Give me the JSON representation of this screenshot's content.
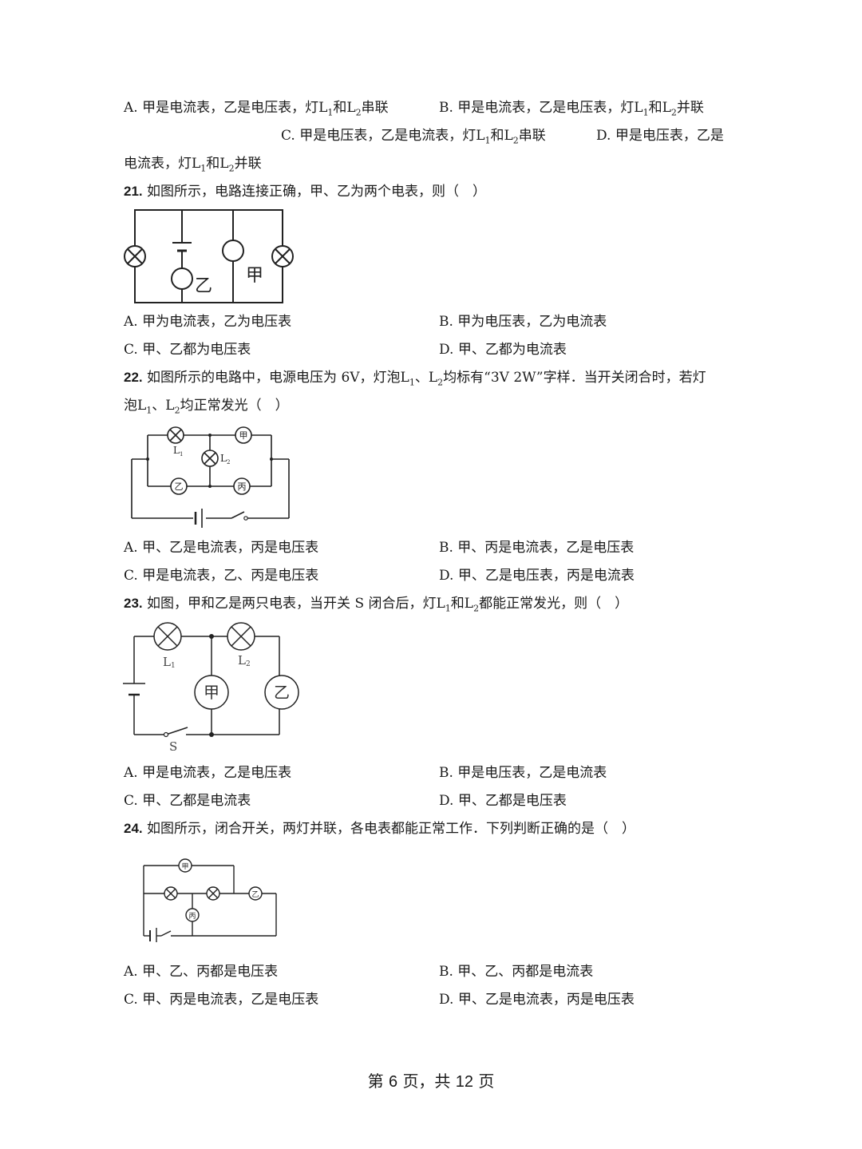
{
  "q20": {
    "optA": "A. 甲是电流表，乙是电压表，灯L",
    "optA_sub1": "1",
    "optA_mid": "和L",
    "optA_sub2": "2",
    "optA_end": "串联",
    "optB": "B. 甲是电流表，乙是电压表，灯L",
    "optB_sub1": "1",
    "optB_mid": "和L",
    "optB_sub2": "2",
    "optB_end": "并联",
    "optC": "C. 甲是电压表，乙是电流表，灯L",
    "optC_sub1": "1",
    "optC_mid": "和L",
    "optC_sub2": "2",
    "optC_end": "串联",
    "optD_start": "D. 甲是电压表，乙是",
    "optD_cont": "电流表，灯L",
    "optD_sub1": "1",
    "optD_mid": "和L",
    "optD_sub2": "2",
    "optD_end": "并联"
  },
  "q21": {
    "num": "21.",
    "stem": "如图所示，电路连接正确，甲、乙为两个电表，则（　）",
    "fig_labels": {
      "jia": "甲",
      "yi": "乙"
    },
    "optA": "A. 甲为电流表，乙为电压表",
    "optB": "B. 甲为电压表，乙为电流表",
    "optC": "C. 甲、乙都为电压表",
    "optD": "D. 甲、乙都为电流表"
  },
  "q22": {
    "num": "22.",
    "stem1": "如图所示的电路中，电源电压为 6V，灯泡L",
    "stem1_sub1": "1",
    "stem1_mid": "、L",
    "stem1_sub2": "2",
    "stem1_end": "均标有“3V 2W”字样．当开关闭合时，若灯",
    "stem2": "泡L",
    "stem2_sub1": "1",
    "stem2_mid": "、L",
    "stem2_sub2": "2",
    "stem2_end": "均正常发光（　）",
    "fig_labels": {
      "jia": "甲",
      "yi": "乙",
      "bing": "丙",
      "L1": "L",
      "L1_sub": "1",
      "L2": "L",
      "L2_sub": "2"
    },
    "optA": "A. 甲、乙是电流表，丙是电压表",
    "optB": "B. 甲、丙是电流表，乙是电压表",
    "optC": "C. 甲是电流表，乙、丙是电压表",
    "optD": "D. 甲、乙是电压表，丙是电流表"
  },
  "q23": {
    "num": "23.",
    "stem": "如图，甲和乙是两只电表，当开关 S 闭合后，灯L",
    "stem_sub1": "1",
    "stem_mid": "和L",
    "stem_sub2": "2",
    "stem_end": "都能正常发光，则（　）",
    "fig_labels": {
      "jia": "甲",
      "yi": "乙",
      "S": "S",
      "L1": "L",
      "L1_sub": "1",
      "L2": "L",
      "L2_sub": "2"
    },
    "optA": "A. 甲是电流表，乙是电压表",
    "optB": "B. 甲是电压表，乙是电流表",
    "optC": "C. 甲、乙都是电流表",
    "optD": "D. 甲、乙都是电压表"
  },
  "q24": {
    "num": "24.",
    "stem": "如图所示，闭合开关，两灯并联，各电表都能正常工作．下列判断正确的是（　）",
    "fig_labels": {
      "jia": "甲",
      "yi": "乙",
      "bing": "丙"
    },
    "optA": "A. 甲、乙、丙都是电压表",
    "optB": "B. 甲、乙、丙都是电流表",
    "optC": "C. 甲、丙是电流表，乙是电压表",
    "optD": "D. 甲、乙是电流表，丙是电压表"
  },
  "footer": {
    "pre": "第",
    "page": "6",
    "mid": "页，共",
    "total": "12",
    "post": "页"
  }
}
